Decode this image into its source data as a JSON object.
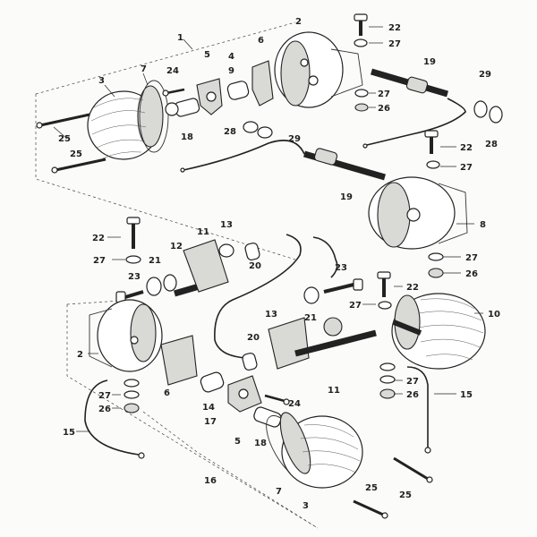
{
  "diagram": {
    "type": "exploded-parts",
    "callouts": [
      {
        "id": "c1",
        "text": "1"
      },
      {
        "id": "c2a",
        "text": "2"
      },
      {
        "id": "c22a",
        "text": "22"
      },
      {
        "id": "c27a",
        "text": "27"
      },
      {
        "id": "c6a",
        "text": "6"
      },
      {
        "id": "c5a",
        "text": "5"
      },
      {
        "id": "c4",
        "text": "4"
      },
      {
        "id": "c9",
        "text": "9"
      },
      {
        "id": "c24a",
        "text": "24"
      },
      {
        "id": "c7a",
        "text": "7"
      },
      {
        "id": "c3a",
        "text": "3"
      },
      {
        "id": "c19a",
        "text": "19"
      },
      {
        "id": "c29a",
        "text": "29"
      },
      {
        "id": "c27b",
        "text": "27"
      },
      {
        "id": "c26a",
        "text": "26"
      },
      {
        "id": "c28a",
        "text": "28"
      },
      {
        "id": "c18a",
        "text": "18"
      },
      {
        "id": "c25a",
        "text": "25"
      },
      {
        "id": "c25b",
        "text": "25"
      },
      {
        "id": "c28b",
        "text": "28"
      },
      {
        "id": "c29b",
        "text": "29"
      },
      {
        "id": "c22b",
        "text": "22"
      },
      {
        "id": "c27c",
        "text": "27"
      },
      {
        "id": "c19b",
        "text": "19"
      },
      {
        "id": "c8",
        "text": "8"
      },
      {
        "id": "c22c",
        "text": "22"
      },
      {
        "id": "c11a",
        "text": "11"
      },
      {
        "id": "c13a",
        "text": "13"
      },
      {
        "id": "c12",
        "text": "12"
      },
      {
        "id": "c20a",
        "text": "20"
      },
      {
        "id": "c27d",
        "text": "27"
      },
      {
        "id": "c21a",
        "text": "21"
      },
      {
        "id": "c23a",
        "text": "23"
      },
      {
        "id": "c27e",
        "text": "27"
      },
      {
        "id": "c26b",
        "text": "26"
      },
      {
        "id": "c23b",
        "text": "23"
      },
      {
        "id": "c22d",
        "text": "22"
      },
      {
        "id": "c27f",
        "text": "27"
      },
      {
        "id": "c10",
        "text": "10"
      },
      {
        "id": "c13b",
        "text": "13"
      },
      {
        "id": "c21b",
        "text": "21"
      },
      {
        "id": "c2b",
        "text": "2"
      },
      {
        "id": "c20b",
        "text": "20"
      },
      {
        "id": "c11b",
        "text": "11"
      },
      {
        "id": "c27g",
        "text": "27"
      },
      {
        "id": "c26c",
        "text": "26"
      },
      {
        "id": "c15a",
        "text": "15"
      },
      {
        "id": "c6b",
        "text": "6"
      },
      {
        "id": "c14",
        "text": "14"
      },
      {
        "id": "c24b",
        "text": "24"
      },
      {
        "id": "c27h",
        "text": "27"
      },
      {
        "id": "c26d",
        "text": "26"
      },
      {
        "id": "c15b",
        "text": "15"
      },
      {
        "id": "c17",
        "text": "17"
      },
      {
        "id": "c5b",
        "text": "5"
      },
      {
        "id": "c18b",
        "text": "18"
      },
      {
        "id": "c16",
        "text": "16"
      },
      {
        "id": "c7b",
        "text": "7"
      },
      {
        "id": "c25c",
        "text": "25"
      },
      {
        "id": "c25d",
        "text": "25"
      },
      {
        "id": "c3b",
        "text": "3"
      }
    ]
  }
}
